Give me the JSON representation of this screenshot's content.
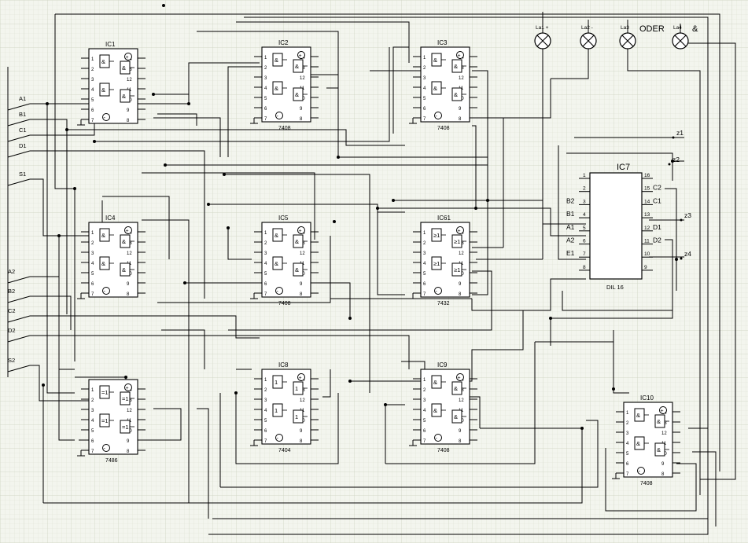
{
  "ics": [
    {
      "name": "IC1",
      "type": "",
      "pins_left": [
        "1",
        "2",
        "3",
        "4",
        "5",
        "6",
        "7"
      ],
      "pins_right": [
        "14",
        "13",
        "12",
        "11",
        "10",
        "9",
        "8"
      ],
      "gate": "&"
    },
    {
      "name": "IC2",
      "type": "7408",
      "pins_left": [
        "1",
        "2",
        "3",
        "4",
        "5",
        "6",
        "7"
      ],
      "pins_right": [
        "14",
        "13",
        "12",
        "11",
        "10",
        "9",
        "8"
      ],
      "gate": "&"
    },
    {
      "name": "IC3",
      "type": "7408",
      "pins_left": [
        "1",
        "2",
        "3",
        "4",
        "5",
        "6",
        "7"
      ],
      "pins_right": [
        "14",
        "13",
        "12",
        "11",
        "10",
        "9",
        "8"
      ],
      "gate": "&"
    },
    {
      "name": "IC4",
      "type": "",
      "pins_left": [
        "1",
        "2",
        "3",
        "4",
        "5",
        "6",
        "7"
      ],
      "pins_right": [
        "14",
        "13",
        "12",
        "11",
        "10",
        "9",
        "8"
      ],
      "gate": "&"
    },
    {
      "name": "IC5",
      "type": "7408",
      "pins_left": [
        "1",
        "2",
        "3",
        "4",
        "5",
        "6",
        "7"
      ],
      "pins_right": [
        "14",
        "13",
        "12",
        "11",
        "10",
        "9",
        "8"
      ],
      "gate": "&"
    },
    {
      "name": "IC61",
      "type": "7432",
      "pins_left": [
        "1",
        "2",
        "3",
        "4",
        "5",
        "6",
        "7"
      ],
      "pins_right": [
        "14",
        "13",
        "12",
        "11",
        "10",
        "9",
        "8"
      ],
      "gate": "≥1"
    },
    {
      "name": "",
      "type": "7486",
      "pins_left": [
        "1",
        "2",
        "3",
        "4",
        "5",
        "6",
        "7"
      ],
      "pins_right": [
        "14",
        "13",
        "12",
        "11",
        "10",
        "9",
        "8"
      ],
      "gate": "=1"
    },
    {
      "name": "IC8",
      "type": "7404",
      "pins_left": [
        "1",
        "2",
        "3",
        "4",
        "5",
        "6",
        "7"
      ],
      "pins_right": [
        "14",
        "13",
        "12",
        "11",
        "10",
        "9",
        "8"
      ],
      "gate": "1"
    },
    {
      "name": "IC9",
      "type": "7408",
      "pins_left": [
        "1",
        "2",
        "3",
        "4",
        "5",
        "6",
        "7"
      ],
      "pins_right": [
        "14",
        "13",
        "12",
        "11",
        "10",
        "9",
        "8"
      ],
      "gate": "&"
    },
    {
      "name": "IC10",
      "type": "7408",
      "pins_left": [
        "1",
        "2",
        "3",
        "4",
        "5",
        "6",
        "7"
      ],
      "pins_right": [
        "14",
        "13",
        "12",
        "11",
        "10",
        "9",
        "8"
      ],
      "gate": "&"
    }
  ],
  "ic7": {
    "name": "IC7",
    "type": "DIL 16",
    "left": [
      {
        "pin": "1",
        "label": ""
      },
      {
        "pin": "2",
        "label": ""
      },
      {
        "pin": "3",
        "label": "B2"
      },
      {
        "pin": "4",
        "label": "B1"
      },
      {
        "pin": "5",
        "label": "A1"
      },
      {
        "pin": "6",
        "label": "A2"
      },
      {
        "pin": "7",
        "label": "E1"
      },
      {
        "pin": "8",
        "label": ""
      }
    ],
    "right": [
      {
        "pin": "16",
        "label": ""
      },
      {
        "pin": "15",
        "label": "C2"
      },
      {
        "pin": "14",
        "label": "C1"
      },
      {
        "pin": "13",
        "label": ""
      },
      {
        "pin": "12",
        "label": "D1"
      },
      {
        "pin": "11",
        "label": "D2"
      },
      {
        "pin": "10",
        "label": ""
      },
      {
        "pin": "9",
        "label": ""
      }
    ]
  },
  "inputs": [
    "A1",
    "B1",
    "C1",
    "D1",
    "S1",
    "A2",
    "B2",
    "C2",
    "D2",
    "S2"
  ],
  "outputs": [
    "z1",
    "z2",
    "z3",
    "z4"
  ],
  "lamps": [
    {
      "label": "La1 +",
      "group": ""
    },
    {
      "label": "La2 -",
      "group": ""
    },
    {
      "label": "La3",
      "group": "ODER"
    },
    {
      "label": "La4",
      "group": "&"
    }
  ]
}
